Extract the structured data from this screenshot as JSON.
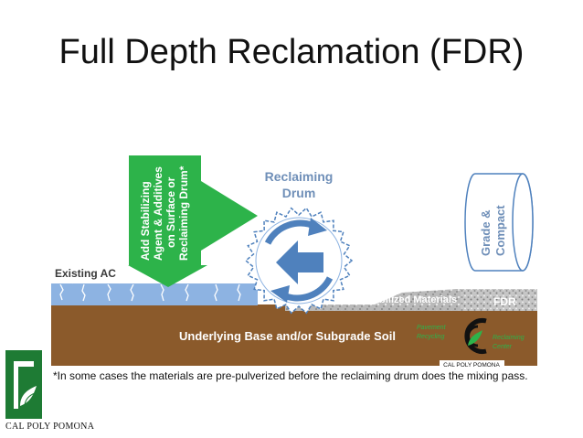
{
  "slide": {
    "title": "Full Depth Reclamation (FDR)",
    "footnote": "*In some cases the materials are pre-pulverized before the reclaiming drum does the mixing pass."
  },
  "diagram": {
    "stabilizer_text_lines": [
      "Add Stabilizing",
      "Agent & Additives",
      "on Surface or",
      "Reclaiming Drum*"
    ],
    "drum_label_lines": [
      "Reclaiming",
      "Drum"
    ],
    "grade_label_lines": [
      "Grade &",
      "Compact"
    ],
    "existing_ac": "Existing AC",
    "stabilized_materials": "Stabilized Materials",
    "fdr": "FDR",
    "subgrade": "Underlying Base and/or Subgrade Soil",
    "prc_left_lines": [
      "Pavement",
      "Recycling"
    ],
    "prc_right_lines": [
      "Reclaiming",
      "Center"
    ],
    "prc_bottom": "CAL POLY POMONA"
  },
  "logo": {
    "text": "CAL POLY POMONA"
  },
  "colors": {
    "green_arrow": "#2db34a",
    "blue_arrow": "#4f81bd",
    "ac_layer": "#8db3e2",
    "soil": "#8b5a2b",
    "label_blue": "#6f8fb8",
    "logo_green": "#1e7b34"
  }
}
